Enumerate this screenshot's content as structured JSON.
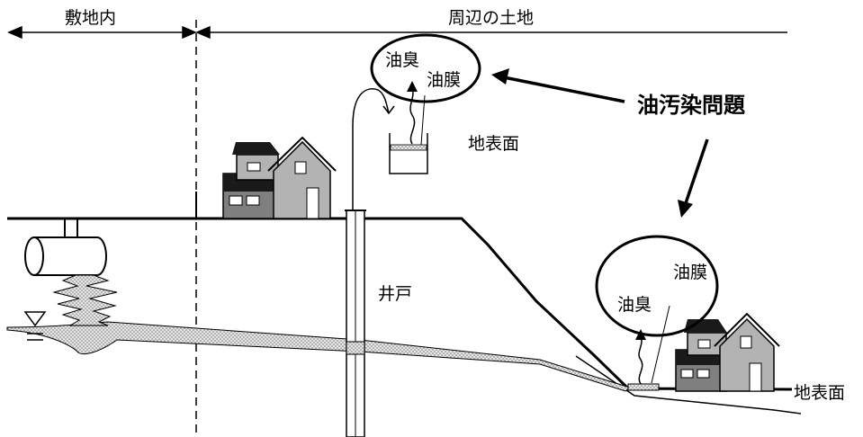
{
  "labels": {
    "on_site": "敷地内",
    "surrounding": "周辺の土地",
    "oil_smell_top": "油臭",
    "oil_film_top": "油膜",
    "oil_problem": "油汚染問題",
    "ground_surface_mid": "地表面",
    "well": "井戸",
    "oil_film_bottom": "油膜",
    "oil_smell_bottom": "油臭",
    "ground_surface_right": "地表面"
  },
  "colors": {
    "line": "#000000",
    "house_dark": "#1a1a1a",
    "house_mid": "#7f7f7f",
    "house_light": "#b3b3b3",
    "oil_pattern": "#9a9a9a"
  }
}
